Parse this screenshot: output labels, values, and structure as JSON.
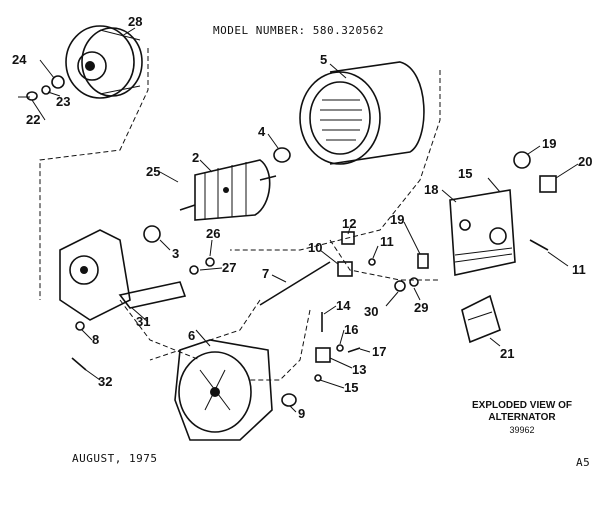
{
  "header": {
    "model_number": "MODEL NUMBER:  580.320562"
  },
  "footer": {
    "date": "AUGUST, 1975",
    "page_code": "A5",
    "caption_line1": "EXPLODED VIEW OF",
    "caption_line2": "ALTERNATOR",
    "caption_number": "39962"
  },
  "callouts": [
    "28",
    "24",
    "23",
    "22",
    "5",
    "4",
    "2",
    "25",
    "3",
    "26",
    "27",
    "7",
    "10",
    "12",
    "11",
    "14",
    "16",
    "17",
    "13",
    "15",
    "31",
    "8",
    "32",
    "6",
    "9",
    "18",
    "15",
    "19",
    "20",
    "19",
    "11",
    "30",
    "29",
    "21"
  ]
}
